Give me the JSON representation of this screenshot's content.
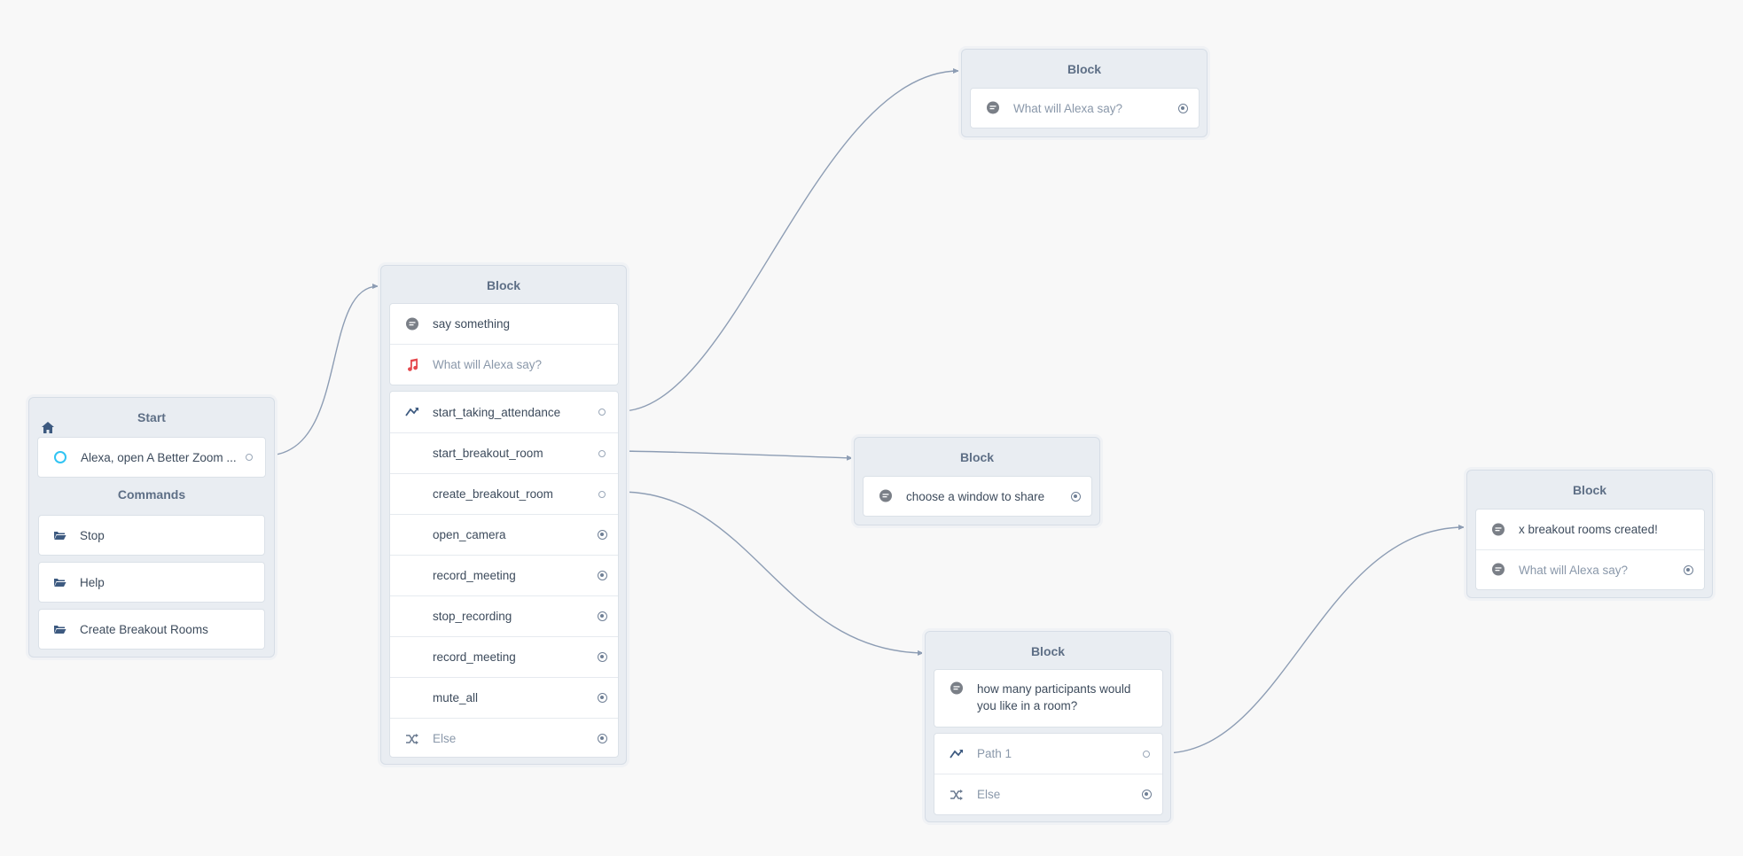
{
  "start_block": {
    "title": "Start",
    "launch_phrase": "Alexa, open A Better Zoom ...",
    "commands_title": "Commands",
    "commands": [
      "Stop",
      "Help",
      "Create Breakout Rooms"
    ]
  },
  "main_block": {
    "title": "Block",
    "speak_items": [
      "say something",
      "What will Alexa say?"
    ],
    "choices": [
      "start_taking_attendance",
      "start_breakout_room",
      "create_breakout_room",
      "open_camera",
      "record_meeting",
      "stop_recording",
      "record_meeting",
      "mute_all"
    ],
    "else_label": "Else"
  },
  "attendance_block": {
    "title": "Block",
    "speak_items": [
      "What will Alexa say?"
    ]
  },
  "share_block": {
    "title": "Block",
    "speak_items": [
      "choose a window to share"
    ]
  },
  "participants_block": {
    "title": "Block",
    "speak_items": [
      "how many participants would you like in a room?"
    ],
    "paths": [
      "Path 1"
    ],
    "else_label": "Else"
  },
  "rooms_created_block": {
    "title": "Block",
    "speak_items": [
      "x breakout rooms created!",
      "What will Alexa say?"
    ]
  },
  "icons": {
    "home": "home-icon",
    "alexa": "alexa-ring-icon",
    "folder": "folder-icon",
    "speak": "speech-bubble-icon",
    "audio": "music-note-icon",
    "choice": "branch-arrow-icon",
    "else": "shuffle-icon"
  },
  "colors": {
    "background": "#f8f8f8",
    "block_bg": "#e9edf2",
    "wire": "#8d9db4",
    "alexa_ring": "#31c4f3",
    "audio_icon": "#e5484d",
    "choice_icon": "#3d5a80"
  }
}
